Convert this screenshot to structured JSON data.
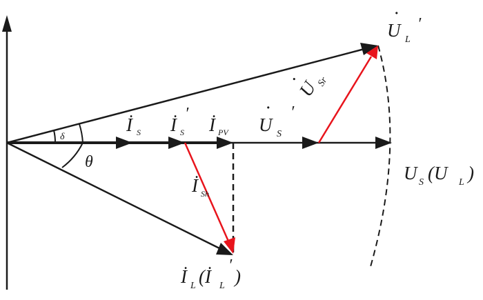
{
  "vectors": {
    "i_s": {
      "main": "İ",
      "sub": "S"
    },
    "i_s_prime": {
      "main": "İ",
      "sub": "S",
      "sup": "′"
    },
    "i_pv": {
      "main": "İ",
      "sub": "PV"
    },
    "u_s_prime": {
      "main": "U",
      "dot": "·",
      "sub": "S",
      "sup": "′"
    },
    "u_sr": {
      "main": "U",
      "dot": "·",
      "sub": "Sr"
    },
    "u_l_prime": {
      "main": "U",
      "dot": "·",
      "sub": "L",
      "sup": "′"
    },
    "i_sh": {
      "main": "İ",
      "sub": "Sh"
    },
    "u_s_ul": {
      "main": "U",
      "sub": "S",
      "rest": "(U",
      "sub2": "L",
      "close": ")"
    },
    "i_l": {
      "main": "İ",
      "sub": "L",
      "mid": "(İ",
      "sub2": "L",
      "sup": "′",
      "close": ")"
    }
  },
  "angles": {
    "delta": "δ",
    "theta": "θ"
  },
  "colors": {
    "black": "#1a1a1a",
    "red": "#e8141c"
  }
}
